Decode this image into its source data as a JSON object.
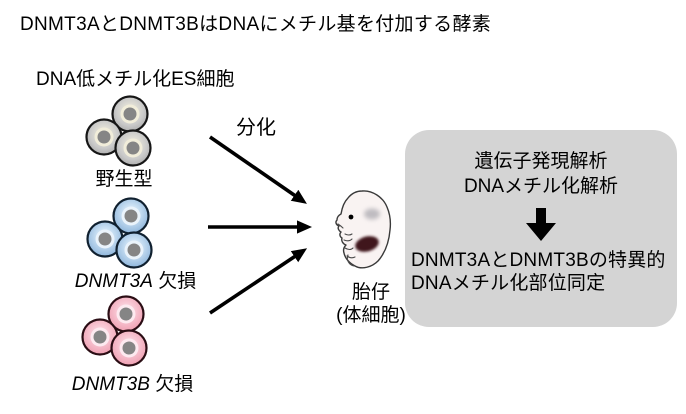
{
  "title": "DNMT3AとDNMT3BはDNAにメチル基を付加する酵素",
  "es_cells": {
    "heading": "DNA低メチル化ES細胞",
    "groups": [
      {
        "id": "wildtype",
        "gene": "",
        "label": "野生型",
        "cell_color": "#c9c9c9"
      },
      {
        "id": "dnmt3a-knockout",
        "gene": "DNMT3A",
        "label": " 欠損",
        "cell_color": "#aed0ee"
      },
      {
        "id": "dnmt3b-knockout",
        "gene": "DNMT3B",
        "label": " 欠損",
        "cell_color": "#f8bccb"
      }
    ],
    "nucleus_color": "#858585"
  },
  "flow": {
    "arrow_label": "分化",
    "arrow_color": "#000000",
    "arrow_icon": "right-arrow"
  },
  "embryo": {
    "label": "胎仔",
    "sublabel": "(体細胞)"
  },
  "analysis_box": {
    "background": "#d4d4d4",
    "top_lines": [
      "遺伝子発現解析",
      "DNAメチル化解析"
    ],
    "down_arrow_icon": "down-arrow",
    "bottom_lines": [
      "DNMT3AとDNMT3Bの特異的",
      "DNAメチル化部位同定"
    ]
  }
}
